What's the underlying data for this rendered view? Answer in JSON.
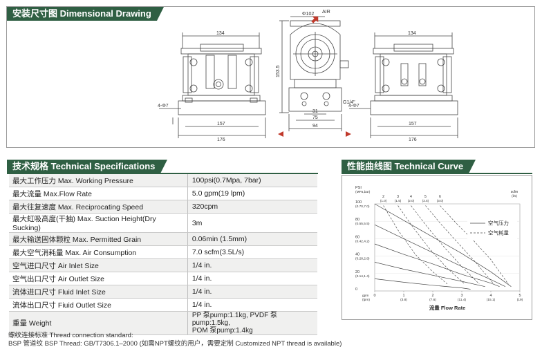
{
  "dimensional": {
    "title": "安装尺寸图 Dimensional Drawing",
    "views": {
      "left": {
        "width_top": "134",
        "hole_label": "4-Φ7",
        "w157": "157",
        "w176": "176"
      },
      "center": {
        "diameter": "Φ102",
        "height": "153.5",
        "d31": "31",
        "d75": "75",
        "d94": "94",
        "air": "AIR",
        "side": "G1/4\""
      },
      "right": {
        "width_top": "134",
        "hole_label": "4-Φ7",
        "w157": "157",
        "w176": "176"
      }
    }
  },
  "specs": {
    "title": "技术规格 Technical Specifications",
    "rows": [
      {
        "label": "最大工作压力  Max. Working Pressure",
        "value": "100psi(0.7Mpa, 7bar)"
      },
      {
        "label": "最大流量  Max.Flow Rate",
        "value": "5.0 gpm(19 lpm)"
      },
      {
        "label": "最大往复速度  Max. Reciprocating Speed",
        "value": "320cpm"
      },
      {
        "label": "最大虹吸高度(干抽)  Max. Suction Height(Dry Sucking)",
        "value": "3m"
      },
      {
        "label": "最大输送固体颗粒  Max. Permitted Grain",
        "value": "0.06min (1.5mm)"
      },
      {
        "label": "最大空气消耗量  Max. Air Consumption",
        "value": "7.0 scfm(3.5L/s)"
      },
      {
        "label": "空气进口尺寸  Air Inlet Size",
        "value": "1/4 in."
      },
      {
        "label": "空气出口尺寸  Air Outlet Size",
        "value": "1/4 in."
      },
      {
        "label": "流体进口尺寸  Fluid Inlet Size",
        "value": "1/4 in."
      },
      {
        "label": "流体出口尺寸  Fiuid Outlet Size",
        "value": "1/4 in."
      },
      {
        "label": "重量  Weight",
        "value_line1": "PP 泵pump:1.1kg, PVDF 泵pump:1.5kg,",
        "value_line2": "POM 泵pump:1.4kg"
      }
    ],
    "note_line1": "螺纹连接标准 Thread connection standard:",
    "note_line2": "BSP 管道纹 BSP Thread: GB/T7306.1–2000 (如需NPT螺纹的用户，需要定制 Customized NPT thread is available)"
  },
  "curve": {
    "title": "性能曲线图 Technical Curve",
    "chart_data": {
      "type": "line",
      "title": "",
      "xlabel": "流量 Flow Rate",
      "ylabel": "PSI",
      "x_unit": "gpm",
      "x_unit2": "(lpm)",
      "y_unit": "(MPa,bar)",
      "scfm_unit": "scfm",
      "scfm_unit2": "(l/s)",
      "xlim": [
        0,
        5
      ],
      "ylim": [
        0,
        100
      ],
      "x_ticks": [
        {
          "v": 0,
          "label": "0",
          "sub": ""
        },
        {
          "v": 1,
          "label": "1",
          "sub": "(3.8)"
        },
        {
          "v": 2,
          "label": "2",
          "sub": "(7.6)"
        },
        {
          "v": 3,
          "label": "3",
          "sub": "(11.4)"
        },
        {
          "v": 4,
          "label": "4",
          "sub": "(15.1)"
        },
        {
          "v": 5,
          "label": "5",
          "sub": "(19)"
        }
      ],
      "y_ticks": [
        {
          "v": 100,
          "label": "100",
          "sub": "(0.70,7.0)"
        },
        {
          "v": 80,
          "label": "80",
          "sub": "(0.55,5.5)"
        },
        {
          "v": 60,
          "label": "60",
          "sub": "(0.42,4.2)"
        },
        {
          "v": 40,
          "label": "40",
          "sub": "(0.28,2.8)"
        },
        {
          "v": 20,
          "label": "20",
          "sub": "(0.14,1.4)"
        },
        {
          "v": 0,
          "label": "0",
          "sub": ""
        }
      ],
      "scfm_ticks": [
        {
          "v": 0.3,
          "label": "2",
          "sub": "(1.0)"
        },
        {
          "v": 0.8,
          "label": "3",
          "sub": "(1.5)"
        },
        {
          "v": 1.25,
          "label": "4",
          "sub": "(2.0)"
        },
        {
          "v": 1.75,
          "label": "5",
          "sub": "(2.5)"
        },
        {
          "v": 2.25,
          "label": "6",
          "sub": "(3.0)"
        }
      ],
      "legend": [
        {
          "name": "空气压力",
          "style": "solid"
        },
        {
          "name": "空气耗量",
          "style": "dashed"
        }
      ],
      "pressure_curves": [
        {
          "points": [
            [
              0,
              100
            ],
            [
              1.0,
              81
            ],
            [
              2.0,
              62
            ],
            [
              3.0,
              43
            ],
            [
              4.0,
              22
            ],
            [
              4.7,
              5
            ]
          ]
        },
        {
          "points": [
            [
              0,
              76
            ],
            [
              1.0,
              60
            ],
            [
              2.0,
              44
            ],
            [
              3.0,
              28
            ],
            [
              4.0,
              13
            ],
            [
              4.5,
              5
            ]
          ]
        },
        {
          "points": [
            [
              0,
              54
            ],
            [
              1.0,
              42
            ],
            [
              2.0,
              31
            ],
            [
              3.0,
              19
            ],
            [
              4.0,
              9
            ],
            [
              4.3,
              5
            ]
          ]
        },
        {
          "points": [
            [
              0,
              33
            ],
            [
              1.0,
              25
            ],
            [
              2.0,
              18
            ],
            [
              3.0,
              11
            ],
            [
              3.8,
              5
            ]
          ]
        },
        {
          "points": [
            [
              0,
              14
            ],
            [
              1.0,
              10
            ],
            [
              2.0,
              6.5
            ],
            [
              3.0,
              3.5
            ],
            [
              3.3,
              2
            ]
          ]
        }
      ],
      "air_curves": [
        {
          "points": [
            [
              0.3,
              98
            ],
            [
              0.8,
              70
            ],
            [
              1.4,
              42
            ],
            [
              2.0,
              22
            ],
            [
              2.5,
              8
            ]
          ]
        },
        {
          "points": [
            [
              0.8,
              98
            ],
            [
              1.3,
              74
            ],
            [
              1.9,
              48
            ],
            [
              2.5,
              26
            ],
            [
              3.1,
              8
            ]
          ]
        },
        {
          "points": [
            [
              1.25,
              98
            ],
            [
              1.8,
              74
            ],
            [
              2.4,
              50
            ],
            [
              3.0,
              28
            ],
            [
              3.6,
              8
            ]
          ]
        },
        {
          "points": [
            [
              1.75,
              98
            ],
            [
              2.3,
              76
            ],
            [
              2.9,
              54
            ],
            [
              3.5,
              32
            ],
            [
              4.1,
              8
            ]
          ]
        },
        {
          "points": [
            [
              2.25,
              98
            ],
            [
              2.8,
              78
            ],
            [
              3.4,
              58
            ],
            [
              4.0,
              36
            ],
            [
              4.6,
              8
            ]
          ]
        }
      ]
    }
  },
  "colors": {
    "accent": "#2f5f43",
    "frame": "#9a9a9a",
    "row_alt": "#f0f0ef",
    "arrow_red": "#c0392b"
  }
}
